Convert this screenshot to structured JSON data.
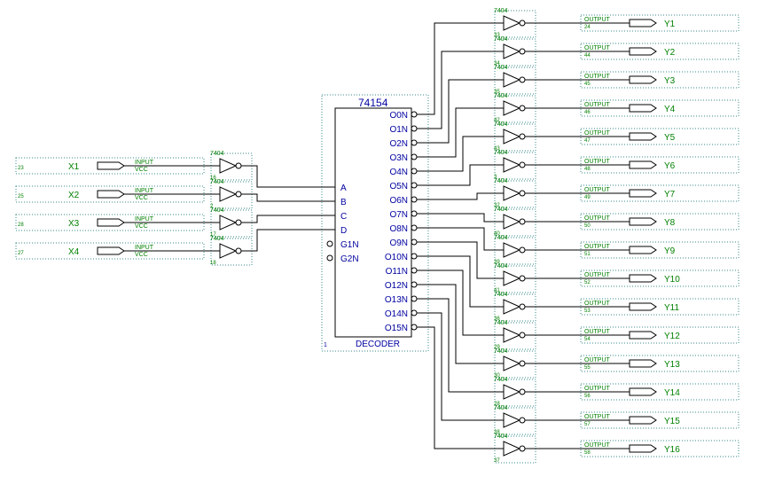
{
  "decoder": {
    "part": "74154",
    "name": "DECODER",
    "instance": "1",
    "inputs": [
      "A",
      "B",
      "C",
      "D",
      "G1N",
      "G2N"
    ],
    "outputs": [
      "O0N",
      "O1N",
      "O2N",
      "O3N",
      "O4N",
      "O5N",
      "O6N",
      "O7N",
      "O8N",
      "O9N",
      "O10N",
      "O11N",
      "O12N",
      "O13N",
      "O14N",
      "O15N"
    ]
  },
  "inverter_type": "7404",
  "input_pins": [
    {
      "name": "X1",
      "pin": "23",
      "kind": "INPUT",
      "default": "VCC",
      "inv": "16"
    },
    {
      "name": "X2",
      "pin": "25",
      "kind": "INPUT",
      "default": "VCC",
      "inv": "2"
    },
    {
      "name": "X3",
      "pin": "28",
      "kind": "INPUT",
      "default": "VCC",
      "inv": "17"
    },
    {
      "name": "X4",
      "pin": "27",
      "kind": "INPUT",
      "default": "VCC",
      "inv": "18"
    }
  ],
  "output_pins": [
    {
      "name": "Y1",
      "pin": "24",
      "kind": "OUTPUT",
      "inv": "33"
    },
    {
      "name": "Y2",
      "pin": "44",
      "kind": "OUTPUT",
      "inv": "34"
    },
    {
      "name": "Y3",
      "pin": "45",
      "kind": "OUTPUT",
      "inv": "35"
    },
    {
      "name": "Y4",
      "pin": "46",
      "kind": "OUTPUT",
      "inv": "42"
    },
    {
      "name": "Y5",
      "pin": "47",
      "kind": "OUTPUT",
      "inv": "43"
    },
    {
      "name": "Y6",
      "pin": "48",
      "kind": "OUTPUT",
      "inv": "3"
    },
    {
      "name": "Y7",
      "pin": "49",
      "kind": "OUTPUT",
      "inv": "32"
    },
    {
      "name": "Y8",
      "pin": "50",
      "kind": "OUTPUT",
      "inv": "40"
    },
    {
      "name": "Y9",
      "pin": "51",
      "kind": "OUTPUT",
      "inv": "39"
    },
    {
      "name": "Y10",
      "pin": "52",
      "kind": "OUTPUT",
      "inv": "41"
    },
    {
      "name": "Y11",
      "pin": "53",
      "kind": "OUTPUT",
      "inv": "36"
    },
    {
      "name": "Y12",
      "pin": "54",
      "kind": "OUTPUT",
      "inv": "29"
    },
    {
      "name": "Y13",
      "pin": "55",
      "kind": "OUTPUT",
      "inv": "30"
    },
    {
      "name": "Y14",
      "pin": "56",
      "kind": "OUTPUT",
      "inv": "28"
    },
    {
      "name": "Y15",
      "pin": "57",
      "kind": "OUTPUT",
      "inv": "38"
    },
    {
      "name": "Y16",
      "pin": "58",
      "kind": "OUTPUT",
      "inv": "37"
    }
  ],
  "colors": {
    "wire": "#000000",
    "label_green": "#008000",
    "label_blue": "#0000a0",
    "frame_dotted": "#3a8a8a",
    "background": "#ffffff"
  }
}
